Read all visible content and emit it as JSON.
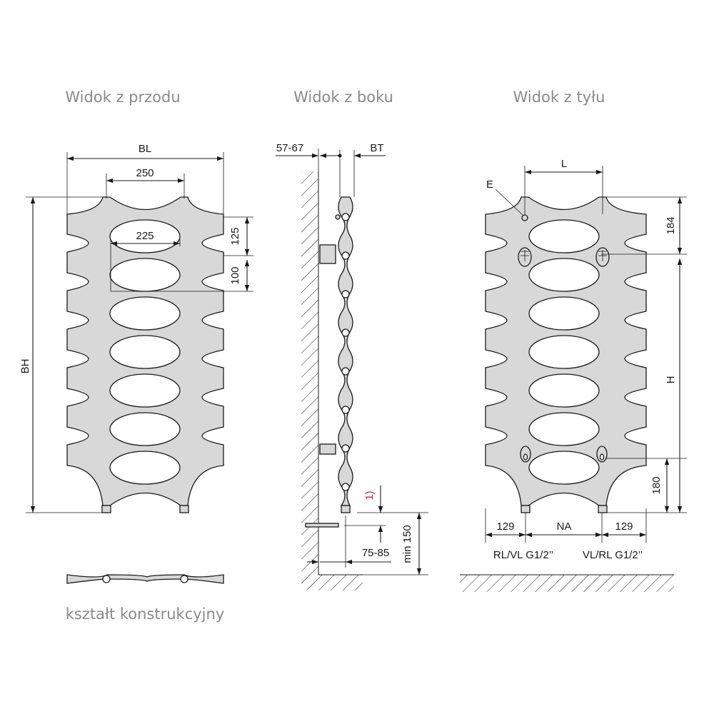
{
  "views": {
    "front": {
      "title": "Widok z przodu",
      "caption": "kształt konstrukcyjny"
    },
    "side": {
      "title": "Widok z boku"
    },
    "back": {
      "title": "Widok z tyłu"
    }
  },
  "dimensions": {
    "bl": "BL",
    "d250": "250",
    "d225": "225",
    "d125": "125",
    "d100": "100",
    "bh": "BH",
    "d5767": "57-67",
    "bt": "BT",
    "note1": "1)",
    "min150": "min 150",
    "d7585": "75-85",
    "l": "L",
    "e": "E",
    "d184": "184",
    "h": "H",
    "d180": "180",
    "d129_left": "129",
    "na": "NA",
    "d129_right": "129",
    "rlvl": "RL/VL  G1/2’’",
    "vlrl": "VL/RL  G1/2’’"
  },
  "colors": {
    "body": "#d8d8d8",
    "line": "#1a1a1a",
    "title": "#8a8a8a",
    "note": "#d32020"
  }
}
